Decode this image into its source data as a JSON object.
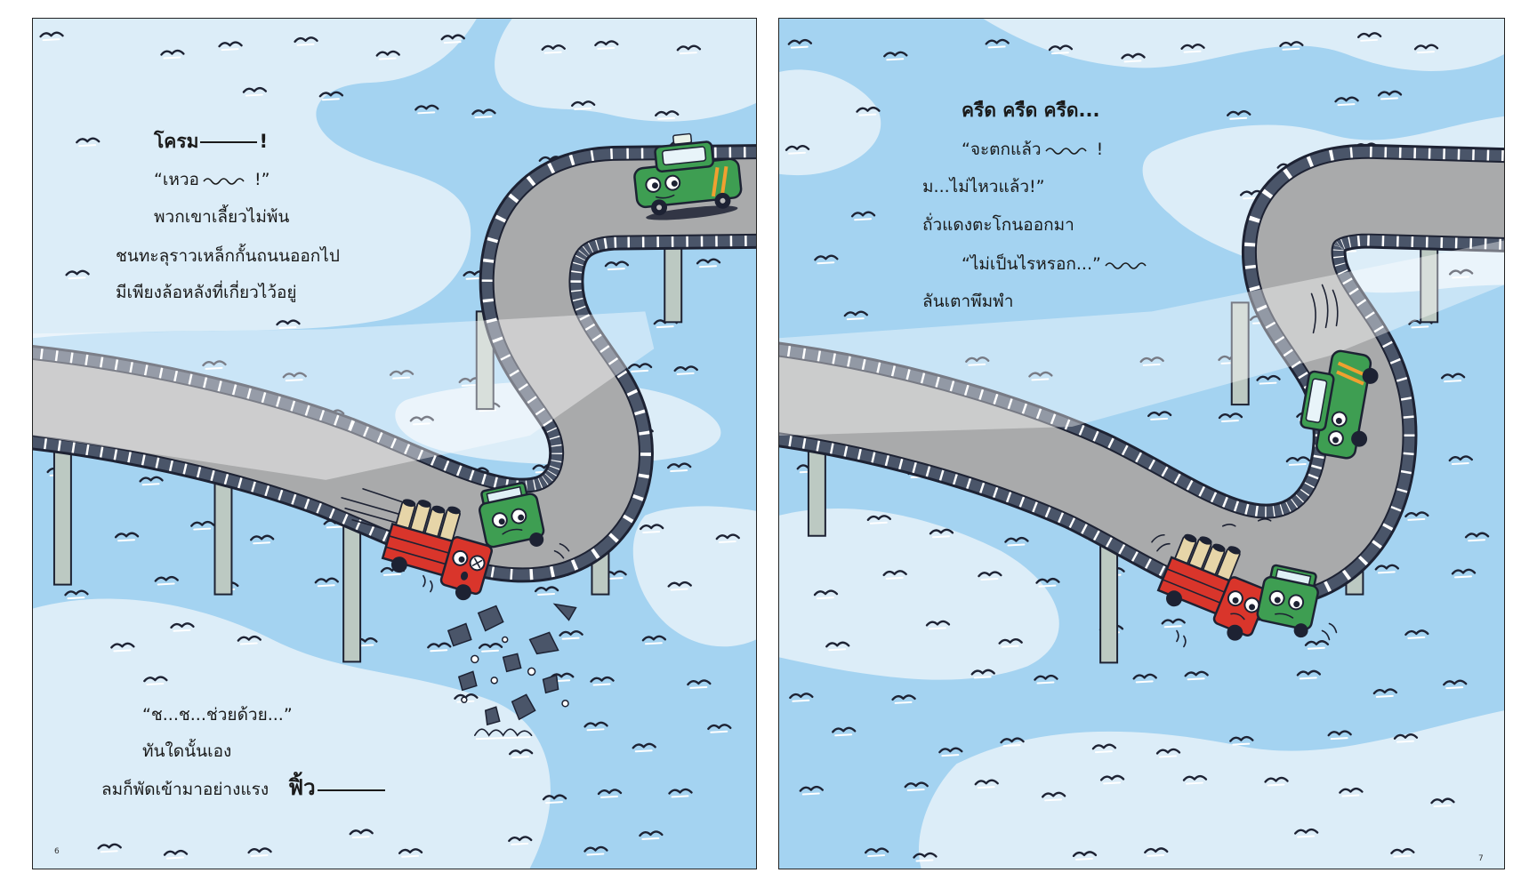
{
  "colors": {
    "sea": "#a4d3f1",
    "sea_pale": "#dcedf8",
    "road": "#a9aaab",
    "rail": "#4a5569",
    "pillar": "#bcc9c2",
    "truck_red": "#d9352b",
    "truck_green": "#3e9e52",
    "ink": "#1d2233"
  },
  "left_page": {
    "bang_word": "โครม",
    "bang_end": "!",
    "scream_open": "“เหวอ",
    "scream_end": "!”",
    "line_missed_turn": "พวกเขาเลี้ยวไม่พ้น",
    "line_broke_rail": "ชนทะลุราวเหล็กกั้นถนนออกไป",
    "line_rear_wheels": "มีเพียงล้อหลังที่เกี่ยวไว้อยู่",
    "line_help": "“ช...ช...ช่วยด้วย...”",
    "line_suddenly": "ทันใดนั้นเอง",
    "line_wind": "ลมก็พัดเข้ามาอย่างแรง",
    "whoosh_word": "ฟิ้ว",
    "page_number": "6"
  },
  "right_page": {
    "creak_line": "ครืด ครืด ครืด...",
    "falling_open": "“จะตกแล้ว",
    "falling_end": "!",
    "line_cant_hold": "ม...ไม่ไหวแล้ว!”",
    "line_shouted": "ถั่วแดงตะโกนออกมา",
    "line_its_ok": "“ไม่เป็นไรหรอก...”",
    "line_muttered": "ลันเตาพึมพำ",
    "page_number": "7"
  }
}
